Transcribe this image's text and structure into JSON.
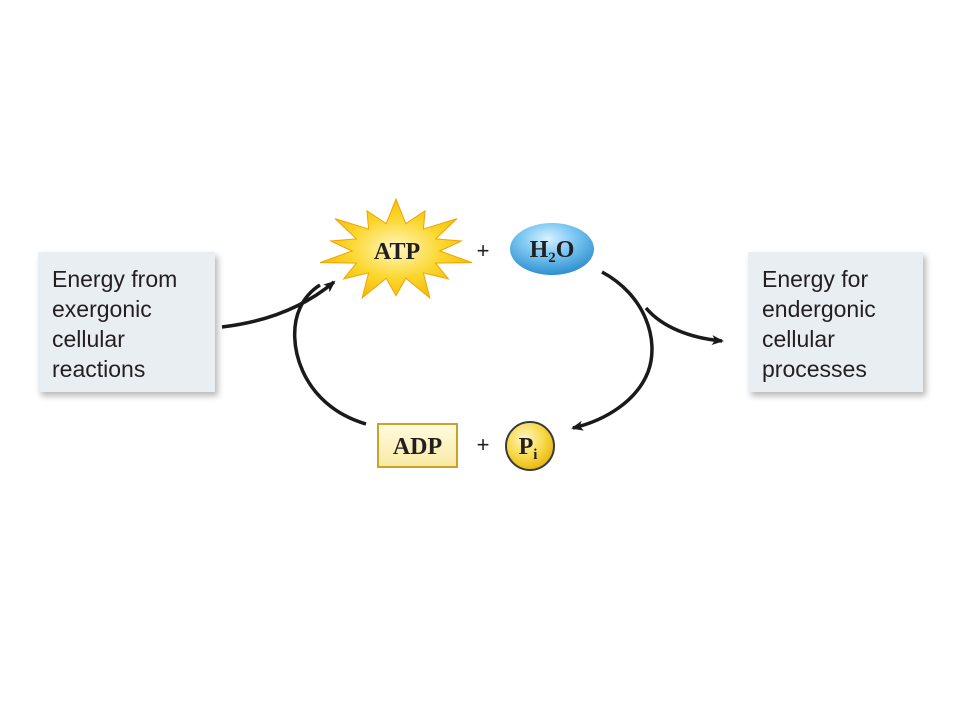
{
  "left_box": {
    "lines": [
      "Energy from",
      "exergonic",
      "cellular",
      "reactions"
    ]
  },
  "right_box": {
    "lines": [
      "Energy for",
      "endergonic",
      "cellular",
      "processes"
    ]
  },
  "top_reactants": {
    "atp": "ATP",
    "plus": "+",
    "water_h": "H",
    "water_sub": "2",
    "water_o": "O"
  },
  "bottom_products": {
    "adp": "ADP",
    "plus": "+",
    "pi_main": "P",
    "pi_sub": "i"
  },
  "colors": {
    "box_fill": "#e9eef3",
    "atp_burst": "#f7c61a",
    "water_oval": "#5fb7e8",
    "adp_box": "#fbf0b8",
    "pi_circle": "#f5d23a",
    "arrow": "#1a1a1a"
  }
}
